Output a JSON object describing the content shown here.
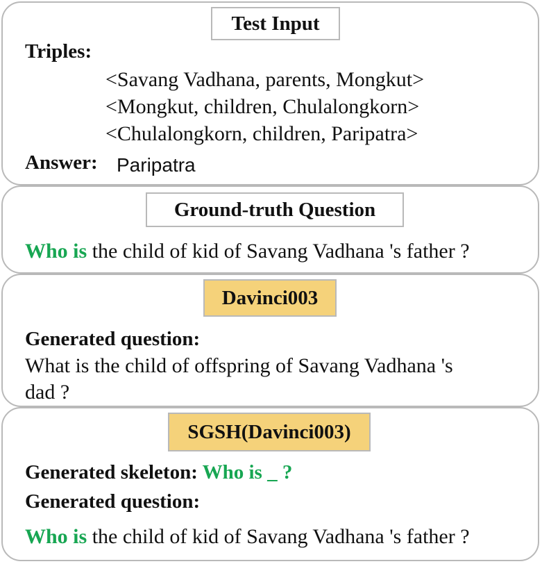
{
  "test_input": {
    "title": "Test Input",
    "triples_label": "Triples:",
    "triples": [
      "<Savang Vadhana, parents, Mongkut>",
      "<Mongkut, children, Chulalongkorn>",
      "<Chulalongkorn, children, Paripatra>"
    ],
    "answer_label": "Answer:",
    "answer_value": "Paripatra"
  },
  "ground_truth": {
    "title": "Ground-truth Question",
    "question_prefix": "Who is",
    "question_rest": " the child of kid of Savang Vadhana 's father ?"
  },
  "davinci": {
    "title": "Davinci003",
    "label": "Generated question:",
    "question_line1": "What is the child of offspring of Savang Vadhana 's",
    "question_line2": "dad ?"
  },
  "sgsh": {
    "title": "SGSH(Davinci003)",
    "skeleton_label": "Generated skeleton: ",
    "skeleton_value": "Who is _ ?",
    "question_label": "Generated question:",
    "question_prefix": "Who is",
    "question_rest": " the child of kid of Savang Vadhana 's father ?"
  },
  "colors": {
    "highlight_green": "#17a652",
    "title_gold": "#f5d27a",
    "border_gray": "#b9b9b9"
  }
}
